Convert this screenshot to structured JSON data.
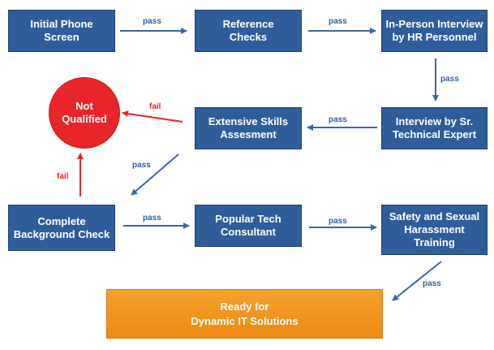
{
  "nodes": {
    "initial_phone_screen": "Initial Phone\nScreen",
    "reference_checks": "Reference\nChecks",
    "in_person_interview": "In-Person Interview\nby HR Personnel",
    "interview_sr_technical": "Interview by Sr.\nTechnical Expert",
    "extensive_skills": "Extensive Skills\nAssesment",
    "not_qualified": "Not\nQualified",
    "background_check": "Complete\nBackground Check",
    "tech_consultant": "Popular Tech\nConsultant",
    "safety_training": "Safety and Sexual\nHarassment\nTraining",
    "ready": "Ready for\nDynamic IT Solutions"
  },
  "edges": {
    "pass": "pass",
    "fail": "fail"
  },
  "colors": {
    "box": "#2f5d9a",
    "pass_arrow": "#3a67a8",
    "fail_arrow": "#e8252a",
    "not_qualified": "#e8252a",
    "final": "#f39a21"
  }
}
